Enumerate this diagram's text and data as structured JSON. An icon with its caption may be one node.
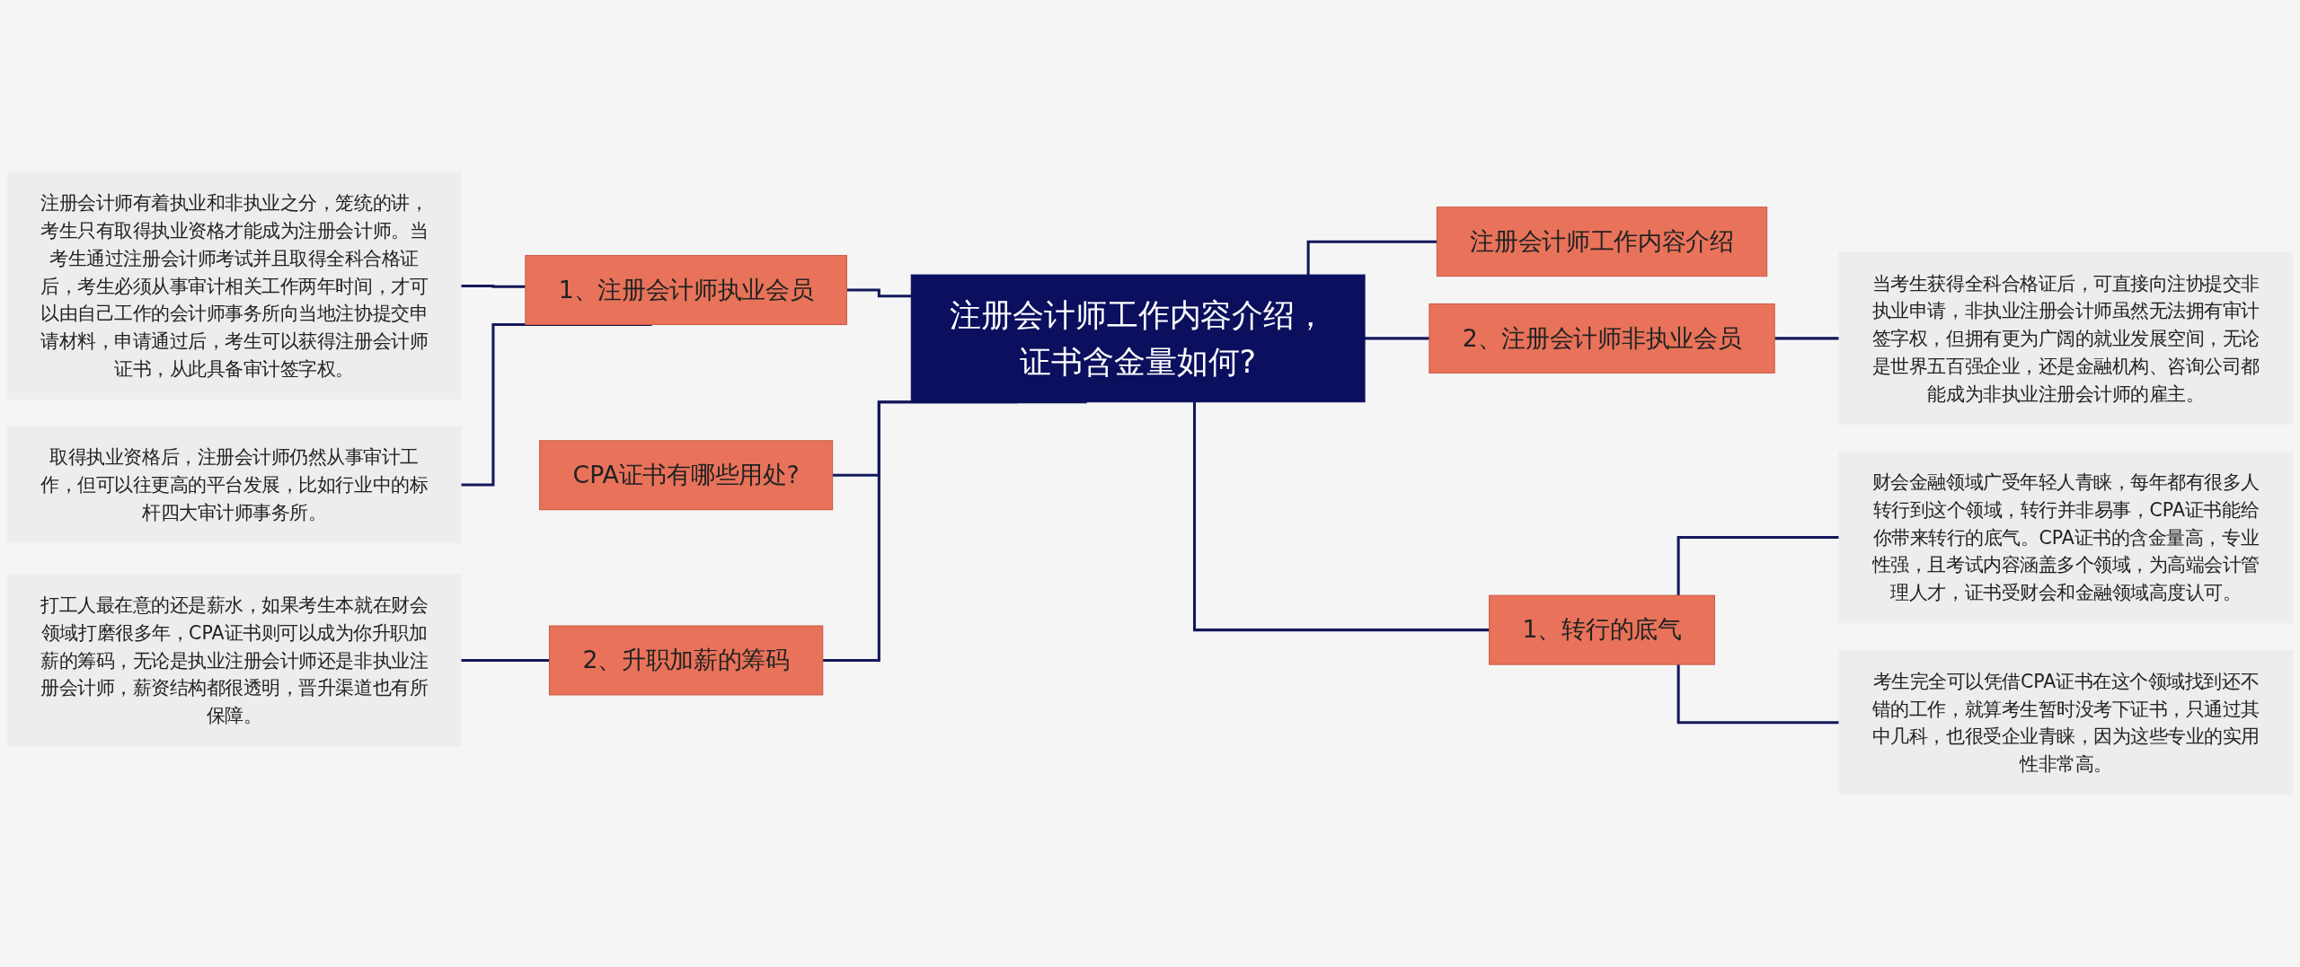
{
  "diagram": {
    "nodes": [
      {
        "text": [
          "注册会计师工作内容介绍，证书含金量如何?"
        ]
      },
      {
        "text": [
          "1、注册会计师执业会员"
        ]
      },
      {
        "text": [
          "注册会计师有着执业和非执业之分，笼统的讲，考生只有取得执业资格才能成为注册会计师。当考生通过注册会计师考试并且取得全科合格证后，考生必须从事审计相关工作两年时间，才可以由自己工作的会计师事务所向当地注协提交申请材料，申请通过后，考生可以获得注册会计师证书，从此具备审计签字权。"
        ]
      },
      {
        "text": [
          "取得执业资格后，注册会计师仍然从事审计工作，但可以往更高的平台发展，比如行业中的标杆四大审计师事务所。"
        ]
      },
      {
        "text": [
          "CPA证书有哪些用处?"
        ]
      },
      {
        "text": [
          "2、升职加薪的筹码"
        ]
      },
      {
        "text": [
          "打工人最在意的还是薪水，如果考生本就在财会领域打磨很多年，CPA证书则可以成为你升职加薪的筹码，无论是执业注册会计师还是非执业注册会计师，薪资结构都很透明，晋升渠道也有所保障。"
        ]
      },
      {
        "text": [
          "注册会计师工作内容介绍"
        ]
      },
      {
        "text": [
          "2、注册会计师非执业会员"
        ]
      },
      {
        "text": [
          "当考生获得全科合格证后，可直接向注协提交非执业申请，非执业注册会计师虽然无法拥有审计签字权，但拥有更为广阔的就业发展空间，无论是世界五百强企业，还是金融机构、咨询公司都能成为非执业注册会计师的雇主。"
        ]
      },
      {
        "text": [
          "1、转行的底气"
        ]
      },
      {
        "text": [
          "财会金融领域广受年轻人青睐，每年都有很多人转行到这个领域，转行并非易事，CPA证书能给你带来转行的底气。CPA证书的含金量高，专业性强，且考试内容涵盖多个领域，为高端会计管理人才，证书受财会和金融领域高度认可。"
        ]
      },
      {
        "text": [
          "考生完全可以凭借CPA证书在这个领域找到还不错的工作，就算考生暂时没考下证书，只通过其中几科，也很受企业青睐，因为这些专业的实用性非常高。"
        ]
      }
    ],
    "edges": [
      {
        "from": 0,
        "to": 1,
        "arrow": "none"
      },
      {
        "from": 1,
        "to": 2,
        "arrow": "none"
      },
      {
        "from": 1,
        "to": 3,
        "arrow": "none"
      },
      {
        "from": 0,
        "to": 4,
        "arrow": "none"
      },
      {
        "from": 0,
        "to": 5,
        "arrow": "none"
      },
      {
        "from": 5,
        "to": 6,
        "arrow": "none"
      },
      {
        "from": 0,
        "to": 7,
        "arrow": "none"
      },
      {
        "from": 0,
        "to": 8,
        "arrow": "none"
      },
      {
        "from": 8,
        "to": 9,
        "arrow": "none"
      },
      {
        "from": 0,
        "to": 10,
        "arrow": "none"
      },
      {
        "from": 10,
        "to": 11,
        "arrow": "none"
      },
      {
        "from": 10,
        "to": 12,
        "arrow": "none"
      }
    ]
  }
}
